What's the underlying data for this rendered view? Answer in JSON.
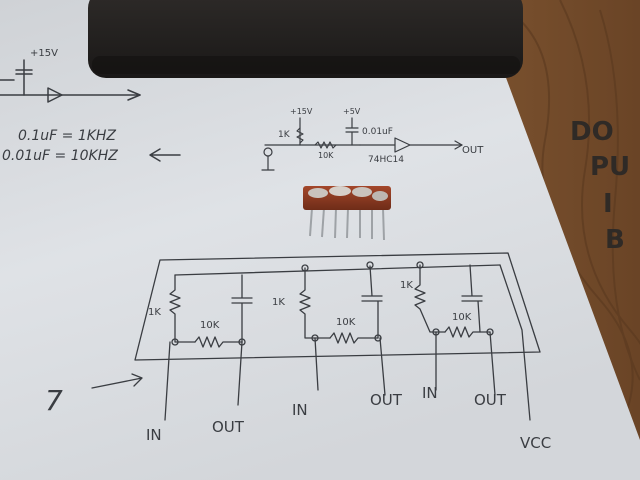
{
  "photo": {
    "subject": "hand-drawn resistor-capacitor network schematic on paper with SIP resistor array",
    "colors": {
      "wood": "#7a5432",
      "paper": "#d9dce0",
      "ink": "#3a3d42",
      "device_body": "#8b3a22",
      "black_box": "#232120"
    }
  },
  "notes": {
    "line1": "0.1uF = 1KHZ",
    "line2": "0.01uF = 10KHZ"
  },
  "small_schematic": {
    "supply1": "+15V",
    "supply2": "+5V",
    "r1": "1K",
    "r2": "10K",
    "cap": "0.01uF",
    "chip": "74HC14",
    "out": "OUT"
  },
  "big_schematic": {
    "r_pullup": [
      "1K",
      "1K",
      "1K"
    ],
    "r_series": [
      "10K",
      "10K",
      "10K"
    ],
    "pin_labels": [
      "IN",
      "OUT",
      "IN",
      "OUT",
      "IN",
      "OUT",
      "VCC"
    ],
    "count_note": "7"
  },
  "wall_text": {
    "line1": "DO",
    "line2": "PU",
    "line3": "I",
    "line4": "B"
  }
}
